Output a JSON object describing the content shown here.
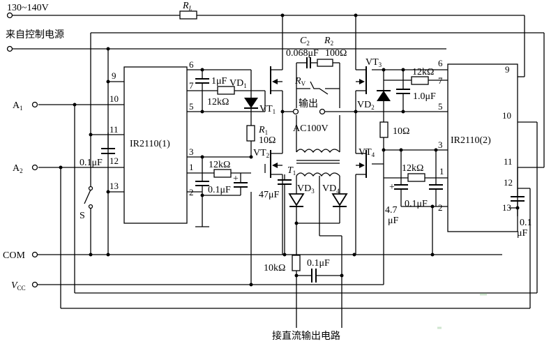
{
  "supply": "130~140V",
  "control_source": "来自控制电源",
  "inputs": {
    "a1": "A",
    "a1_sub": "1",
    "a2": "A",
    "a2_sub": "2",
    "com": "COM",
    "vcc": "V",
    "vcc_sub": "CC"
  },
  "output": {
    "label": "输出",
    "voltage": "AC100V",
    "dc_output": "接直流输出电路"
  },
  "ic1": {
    "name": "IR2110(1)",
    "pins": [
      "9",
      "10",
      "11",
      "12",
      "13",
      "6",
      "7",
      "5",
      "3",
      "1",
      "2"
    ]
  },
  "ic2": {
    "name": "IR2110(2)",
    "pins": [
      "9",
      "10",
      "11",
      "12",
      "13",
      "6",
      "7",
      "5",
      "3",
      "1",
      "2"
    ]
  },
  "components": {
    "rl": "R",
    "rl_sub": "L",
    "c2": "C",
    "c2_sub": "2",
    "c2_val": "0.068μF",
    "r2": "R",
    "r2_sub": "2",
    "r2_val": "100Ω",
    "rv": "R",
    "rv_sub": "V",
    "r1": "R",
    "r1_sub": "1",
    "r1_val": "10Ω",
    "vt1": "VT",
    "vt1_sub": "1",
    "vt2": "VT",
    "vt2_sub": "2",
    "vt3": "VT",
    "vt3_sub": "3",
    "vt4": "VT",
    "vt4_sub": "4",
    "vd1": "VD",
    "vd1_sub": "1",
    "vd2": "VD",
    "vd2_sub": "2",
    "vd3": "VD",
    "vd3_sub": "3",
    "vd4": "VD",
    "vd4_sub": "4",
    "t1": "T",
    "t1_sub": "1",
    "c_1uf": "1μF",
    "c_1_0uf": "1.0μF",
    "r_12k_a": "12kΩ",
    "r_12k_b": "12kΩ",
    "r_12k_c": "12kΩ",
    "r_12k_d": "12kΩ",
    "r_10_right": "10Ω",
    "c_01_a": "0.1μF",
    "c_01_b": "0.1μF",
    "c_01_c": "0.1μF",
    "c_01_d": "0.1μF",
    "c_01_e_top": "0.1",
    "c_01_e_bot": "μF",
    "c_47": "47μF",
    "c_47_top": "4.7",
    "c_47_bot": "μF",
    "r_10k": "10kΩ",
    "switch": "S",
    "plus": "+"
  }
}
